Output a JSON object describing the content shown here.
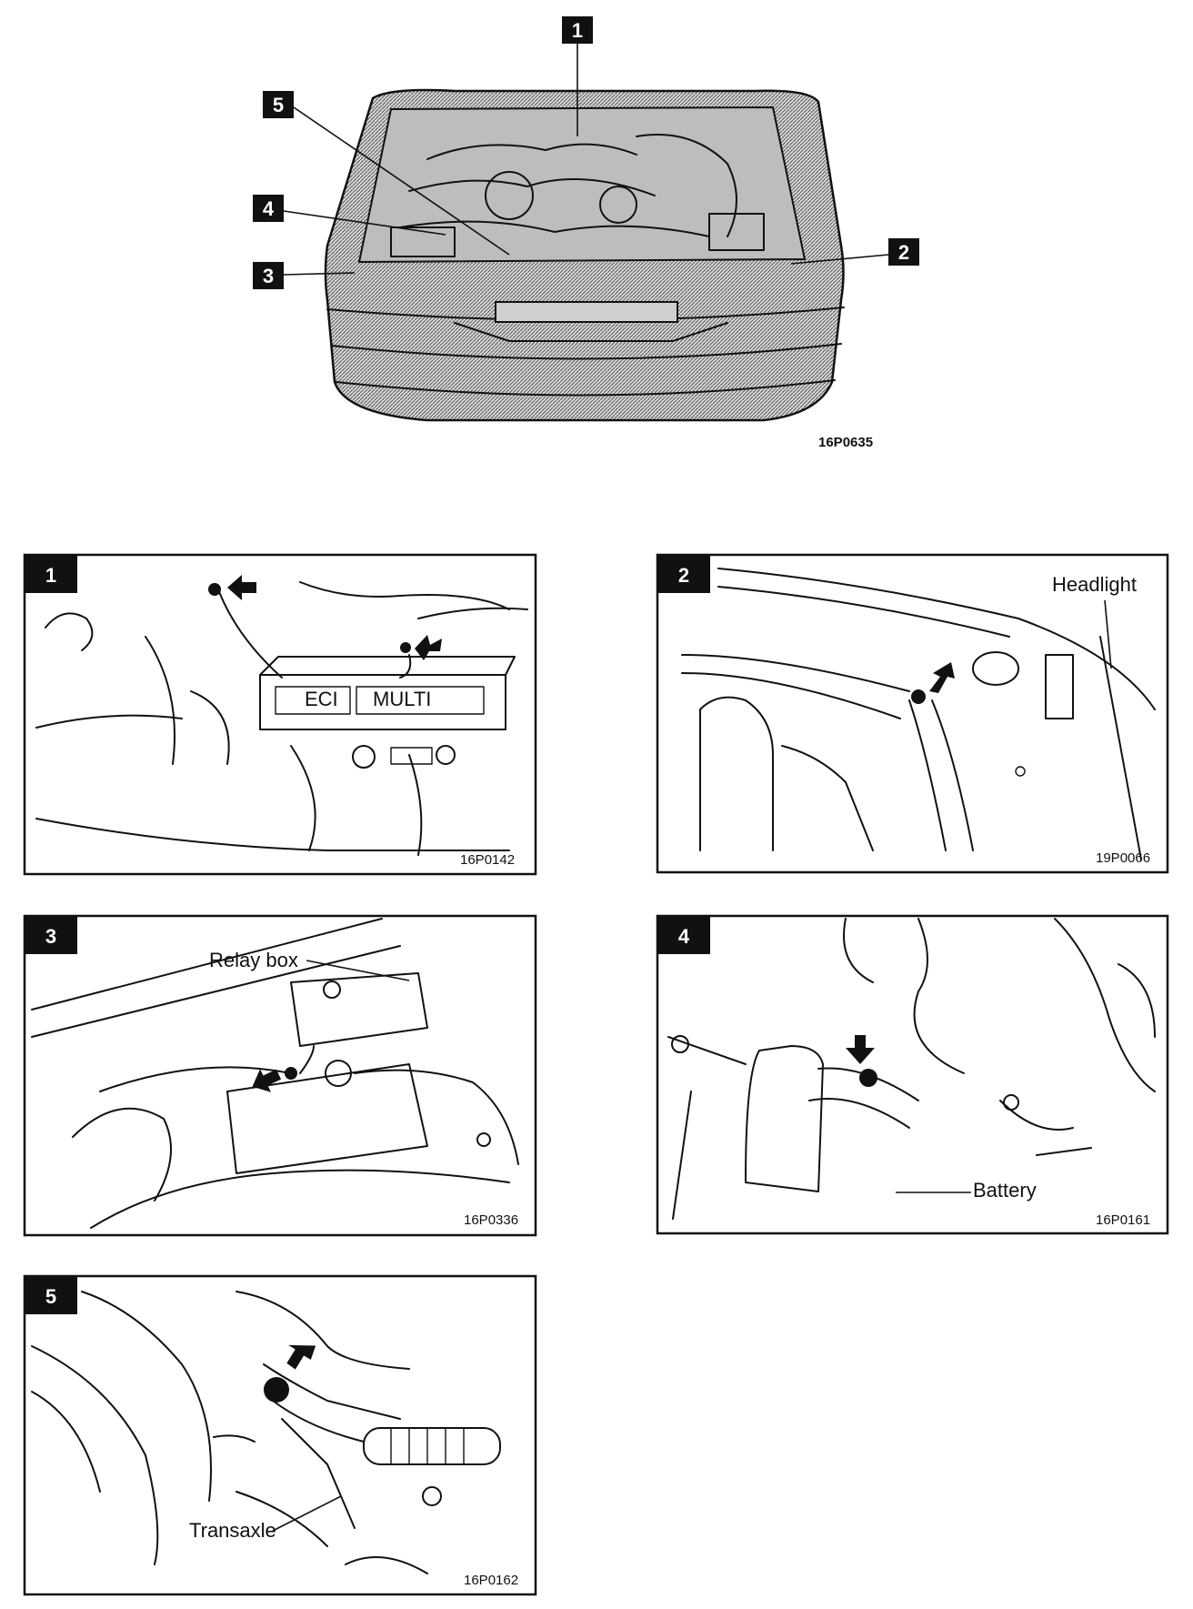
{
  "overview": {
    "image_code": "16P0635",
    "callouts": [
      "1",
      "2",
      "3",
      "4",
      "5"
    ]
  },
  "panels": [
    {
      "number": "1",
      "image_code": "16P0142",
      "emblem_left": "ECI",
      "emblem_right": "MULTI"
    },
    {
      "number": "2",
      "image_code": "19P0066",
      "label": "Headlight"
    },
    {
      "number": "3",
      "image_code": "16P0336",
      "label": "Relay box"
    },
    {
      "number": "4",
      "image_code": "16P0161",
      "label": "Battery"
    },
    {
      "number": "5",
      "image_code": "16P0162",
      "label": "Transaxle"
    }
  ]
}
